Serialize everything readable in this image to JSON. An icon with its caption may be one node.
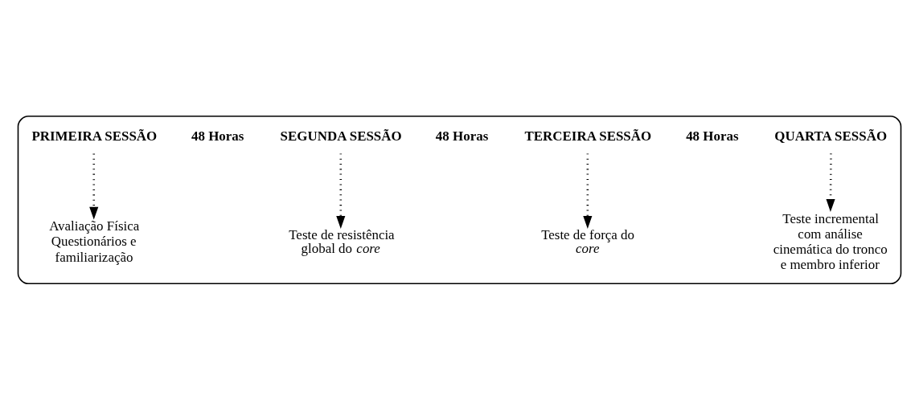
{
  "diagram": {
    "nodes": [
      {
        "text": [],
        "shape": "box"
      },
      {
        "text": [
          "PRIMEIRA SESSÃO"
        ],
        "in": 0
      },
      {
        "text": [
          "SEGUNDA SESSÃO"
        ],
        "in": 0
      },
      {
        "text": [
          "TERCEIRA SESSÃO"
        ],
        "in": 0
      },
      {
        "text": [
          "QUARTA SESSÃO"
        ],
        "in": 0
      },
      {
        "text": [
          "Avaliação Física Questionários e familiarização"
        ],
        "in": 0
      },
      {
        "text": [
          "Teste de resistência global do *core*"
        ],
        "in": 0
      },
      {
        "text": [
          "Teste de força do *core*"
        ],
        "in": 0
      },
      {
        "text": [
          "Teste incremental com análise cinemática do tronco e membro inferior"
        ],
        "in": 0
      }
    ],
    "edges": [
      {
        "from": 1,
        "to": 5,
        "arrow": "to",
        "style": "dashed"
      },
      {
        "from": 2,
        "to": 6,
        "arrow": "to",
        "style": "dashed"
      },
      {
        "from": 3,
        "to": 7,
        "arrow": "to",
        "style": "dashed"
      },
      {
        "from": 4,
        "to": 8,
        "arrow": "to",
        "style": "dashed"
      }
    ],
    "labels": [
      "48 Horas",
      "48 Horas",
      "48 Horas"
    ]
  }
}
